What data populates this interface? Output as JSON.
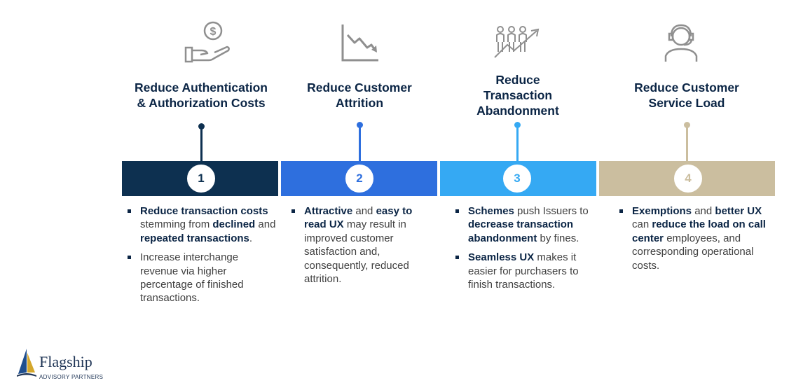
{
  "steps": [
    {
      "number": "1",
      "icon": "hand-dollar-icon",
      "heading_lines": [
        "Reduce Authentication",
        "& Authorization Costs"
      ],
      "color": "#0d3050",
      "bullets": [
        {
          "parts": [
            {
              "t": "Reduce transaction costs",
              "b": true
            },
            {
              "t": " stemming from ",
              "b": false
            },
            {
              "t": "declined",
              "b": true
            },
            {
              "t": " and ",
              "b": false
            },
            {
              "t": "repeated transactions",
              "b": true
            },
            {
              "t": ".",
              "b": false
            }
          ]
        },
        {
          "parts": [
            {
              "t": "Increase interchange revenue via higher percentage of finished transactions.",
              "b": false
            }
          ]
        }
      ]
    },
    {
      "number": "2",
      "icon": "declining-chart-icon",
      "heading_lines": [
        "Reduce Customer",
        "Attrition"
      ],
      "color": "#2e6fde",
      "bullets": [
        {
          "parts": [
            {
              "t": "Attractive",
              "b": true
            },
            {
              "t": " and ",
              "b": false
            },
            {
              "t": "easy to read UX",
              "b": true
            },
            {
              "t": " may result in improved customer satisfaction and, consequently, reduced attrition.",
              "b": false
            }
          ]
        }
      ]
    },
    {
      "number": "3",
      "icon": "people-growth-icon",
      "heading_lines": [
        "Reduce",
        "Transaction",
        "Abandonment"
      ],
      "color": "#35a9f3",
      "bullets": [
        {
          "parts": [
            {
              "t": "Schemes",
              "b": true
            },
            {
              "t": " push Issuers to ",
              "b": false
            },
            {
              "t": "decrease transaction abandonment",
              "b": true
            },
            {
              "t": " by fines.",
              "b": false
            }
          ]
        },
        {
          "parts": [
            {
              "t": "Seamless UX",
              "b": true
            },
            {
              "t": " makes it easier for purchasers to finish transactions.",
              "b": false
            }
          ]
        }
      ]
    },
    {
      "number": "4",
      "icon": "headset-agent-icon",
      "heading_lines": [
        "Reduce Customer",
        "Service Load"
      ],
      "color": "#cbbe9f",
      "bullets": [
        {
          "parts": [
            {
              "t": "Exemptions",
              "b": true
            },
            {
              "t": " and ",
              "b": false
            },
            {
              "t": "better UX",
              "b": true
            },
            {
              "t": " can ",
              "b": false
            },
            {
              "t": "reduce the load on call center",
              "b": true
            },
            {
              "t": " employees, and corresponding operational costs.",
              "b": false
            }
          ]
        }
      ]
    }
  ],
  "logo": {
    "name": "Flagship",
    "tagline": "ADVISORY PARTNERS"
  }
}
